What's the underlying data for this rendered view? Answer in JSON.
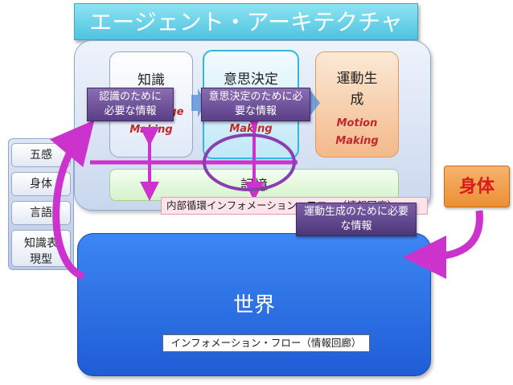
{
  "title": "エージェント・アーキテクチャ",
  "agent": {
    "modules": {
      "knowledge": {
        "name": "知識",
        "english": "Knowledge Making"
      },
      "decision": {
        "name": "意思決定",
        "english": "Decision Making"
      },
      "motion": {
        "name": "運動生成",
        "english": "Motion Making"
      }
    },
    "memory": "記憶",
    "internal_flow": "内部循環インフォメーション・フロー（情報回廊）"
  },
  "tags": {
    "knowledge": "認識のために必要な情報",
    "decision": "意思決定のために必要な情報",
    "motion": "運動生成のために必要な情報"
  },
  "body": "身体",
  "side_panel": [
    "五感",
    "身体",
    "言語",
    "知識表現型"
  ],
  "world": {
    "label": "世界",
    "flow": "インフォメーション・フロー（情報回廊）"
  },
  "colors": {
    "title_bg": "#4fc3e0",
    "world_bg": "#2a6fe8",
    "arrow": "#cc33cc",
    "accent_red": "#c0282b",
    "tag_bg": "#6b4f9a",
    "body_bg": "#f0a050"
  }
}
